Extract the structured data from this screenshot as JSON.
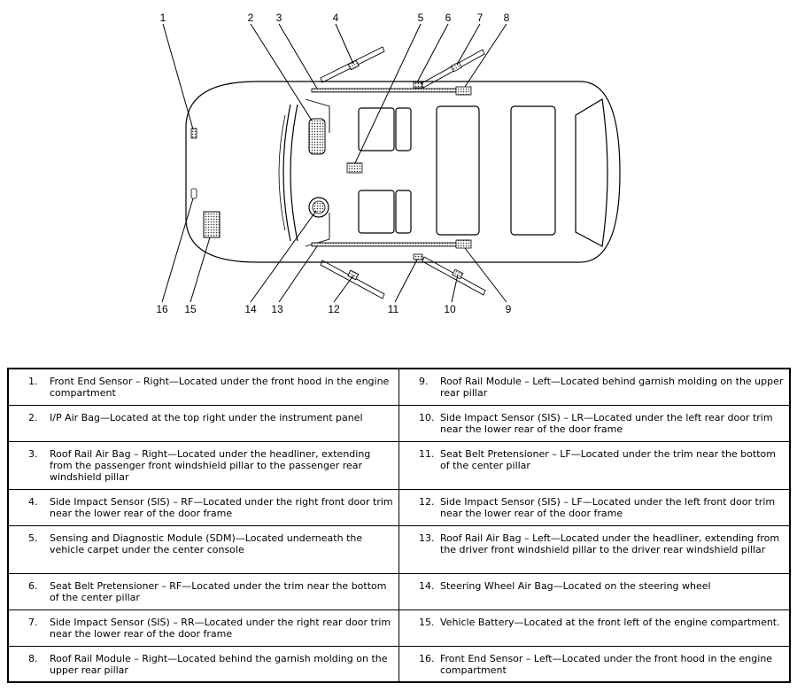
{
  "diagram": {
    "callouts": [
      "1",
      "2",
      "3",
      "4",
      "5",
      "6",
      "7",
      "8",
      "9",
      "10",
      "11",
      "12",
      "13",
      "14",
      "15",
      "16"
    ]
  },
  "legend": {
    "rows": [
      [
        {
          "num": "1.",
          "text": "Front End Sensor – Right—Located under the front hood in the engine compartment"
        },
        {
          "num": "9.",
          "text": "Roof Rail Module – Left—Located behind garnish molding on the upper rear pillar"
        }
      ],
      [
        {
          "num": "2.",
          "text": "I/P Air Bag—Located at the top right under the instrument panel"
        },
        {
          "num": "10.",
          "text": "Side Impact Sensor (SIS) – LR—Located under the left rear door trim near the lower rear of the door frame"
        }
      ],
      [
        {
          "num": "3.",
          "text": "Roof Rail Air Bag – Right—Located under the headliner, extending from the passenger front windshield pillar to the passenger rear windshield pillar"
        },
        {
          "num": "11.",
          "text": "Seat Belt Pretensioner – LF—Located under the trim near the bottom of the center pillar"
        }
      ],
      [
        {
          "num": "4.",
          "text": "Side Impact Sensor (SIS) – RF—Located under the right front door trim near the lower rear of the door frame"
        },
        {
          "num": "12.",
          "text": "Side Impact Sensor (SIS) – LF—Located under the left front door trim near the lower rear of the door frame"
        }
      ],
      [
        {
          "num": "5.",
          "text": "Sensing and Diagnostic Module (SDM)—Located underneath the vehicle carpet under the center console"
        },
        {
          "num": "13.",
          "text": "Roof Rail Air Bag – Left—Located under the headliner, extending from the driver front windshield pillar to the driver rear windshield pillar"
        }
      ],
      [
        {
          "num": "6.",
          "text": "Seat Belt Pretensioner – RF—Located under the trim near the bottom of the center pillar"
        },
        {
          "num": "14.",
          "text": "Steering Wheel Air Bag—Located on the steering wheel"
        }
      ],
      [
        {
          "num": "7.",
          "text": "Side Impact Sensor (SIS) – RR—Located under the right rear door trim near the lower rear of the door frame"
        },
        {
          "num": "15.",
          "text": "Vehicle Battery—Located at the front left of the engine compartment."
        }
      ],
      [
        {
          "num": "8.",
          "text": "Roof Rail Module – Right—Located behind the garnish molding on the upper rear pillar"
        },
        {
          "num": "16.",
          "text": "Front End Sensor – Left—Located under the front hood in the engine compartment"
        }
      ]
    ]
  }
}
